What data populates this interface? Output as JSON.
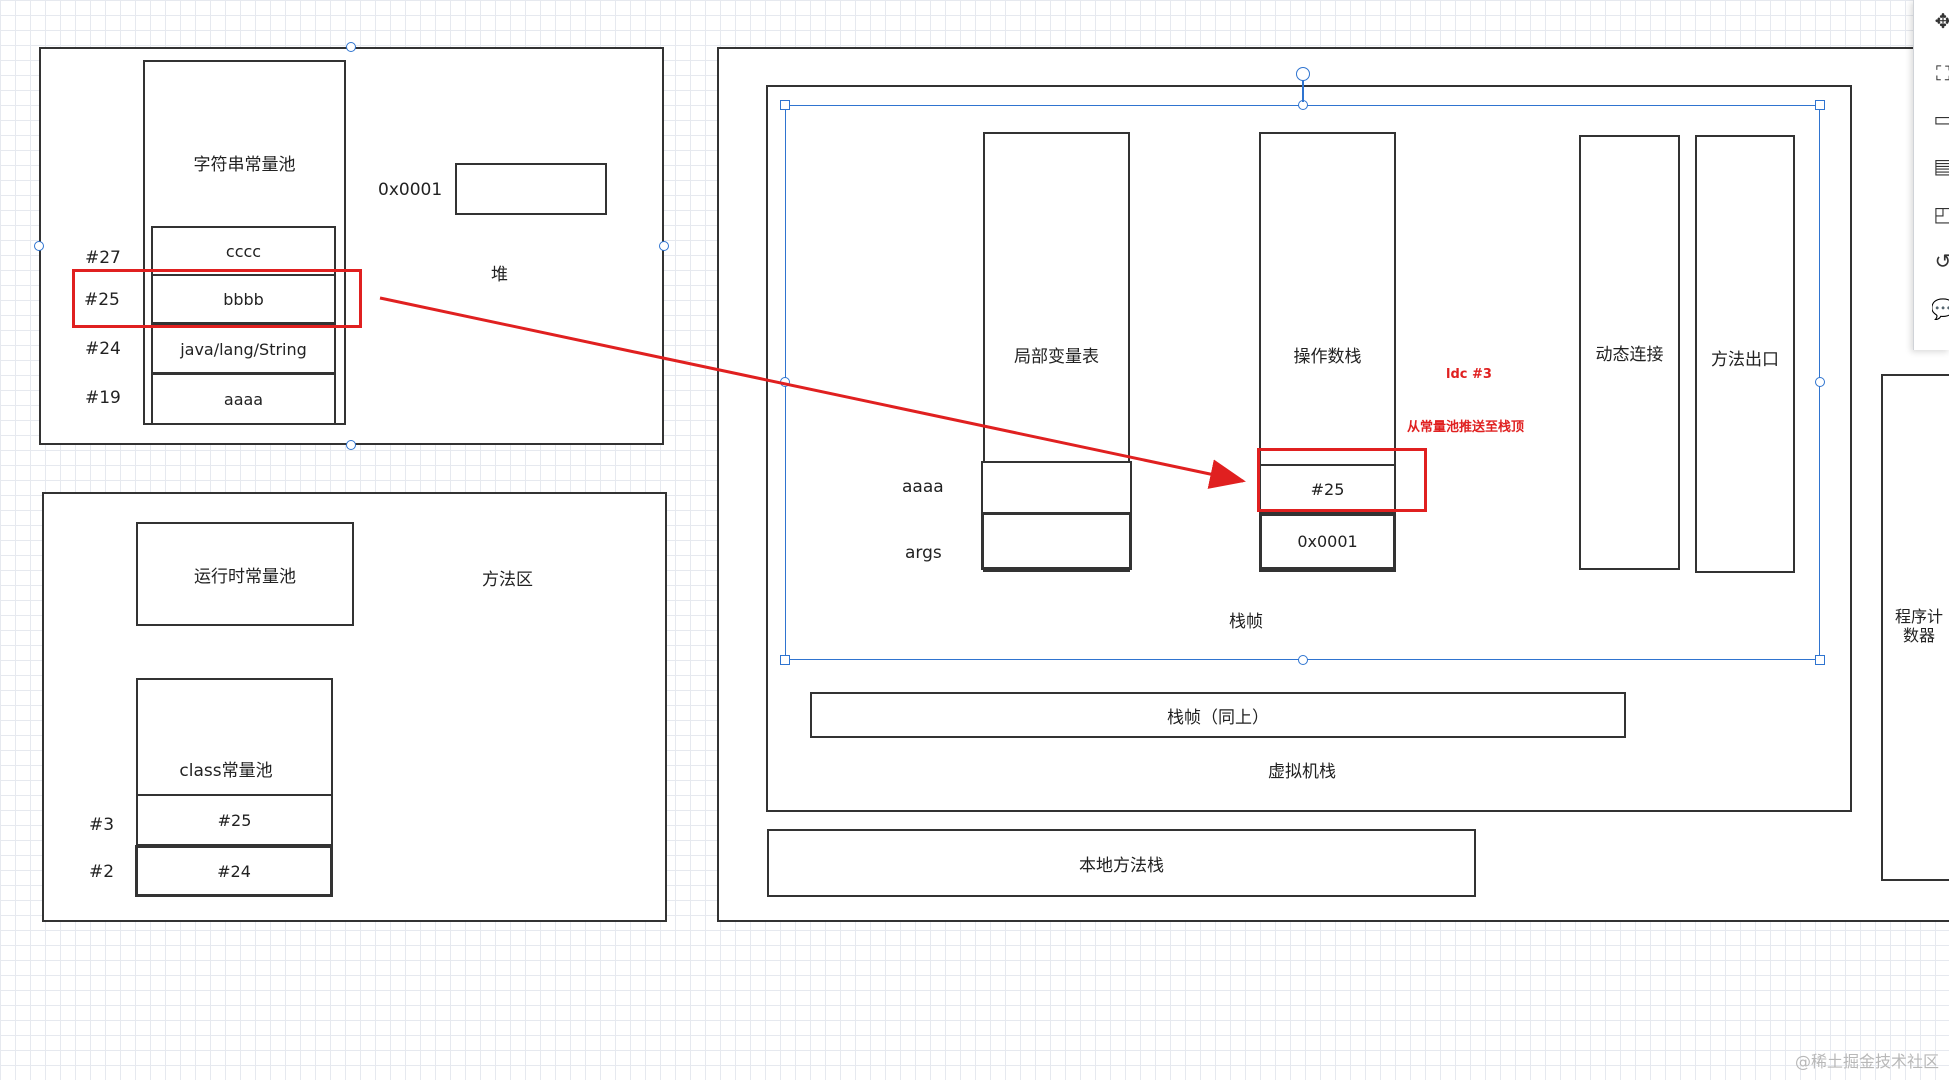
{
  "heap": {
    "title": "堆",
    "string_pool_label": "字符串常量池",
    "address": "0x0001",
    "rows": [
      {
        "index": "#27",
        "value": "cccc"
      },
      {
        "index": "#25",
        "value": "bbbb"
      },
      {
        "index": "#24",
        "value": "java/lang/String"
      },
      {
        "index": "#19",
        "value": "aaaa"
      }
    ]
  },
  "method_area": {
    "title": "方法区",
    "runtime_pool_label": "运行时常量池",
    "class_pool_label": "class常量池",
    "rows": [
      {
        "index": "#3",
        "value": "#25"
      },
      {
        "index": "#2",
        "value": "#24"
      }
    ]
  },
  "jvm_stack": {
    "title": "虚拟机栈",
    "frame_label": "栈帧",
    "frame_copy_label": "栈帧（同上）",
    "local_vars_label": "局部变量表",
    "local_vars": [
      "aaaa",
      "args"
    ],
    "operand_stack_label": "操作数栈",
    "operand_values": [
      "#25",
      "0x0001"
    ],
    "dynamic_link_label": "动态连接",
    "method_exit_label": "方法出口",
    "annotation_instruction": "ldc #3",
    "annotation_note": "从常量池推送至栈顶"
  },
  "native_stack_label": "本地方法栈",
  "pc_register_label": "程序计\n数器",
  "watermark": "@稀土掘金技术社区",
  "toolbar_icons": [
    "move-icon",
    "format-icon",
    "calendar-icon",
    "page-icon",
    "note-icon",
    "history-icon",
    "comment-icon"
  ],
  "colors": {
    "highlight": "#e02020",
    "selection": "#2f74d0",
    "stroke": "#333333"
  }
}
